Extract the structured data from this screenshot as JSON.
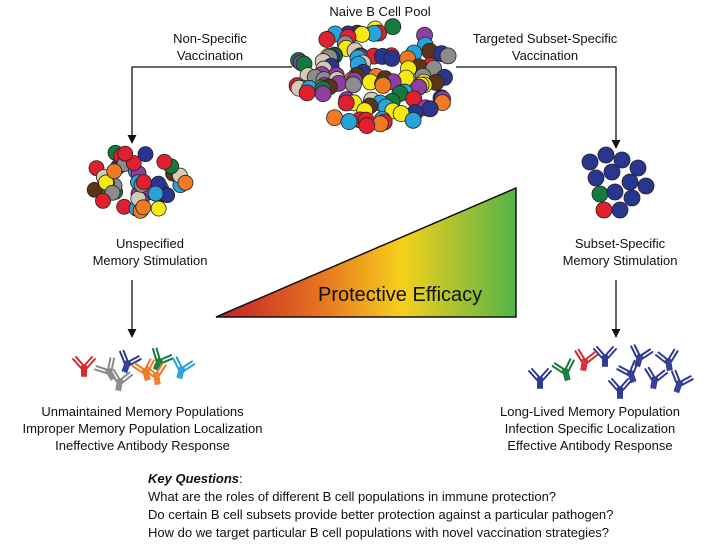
{
  "pool_label": "Naive B Cell Pool",
  "left_branch": {
    "label_lines": [
      "Non-Specific",
      "Vaccination"
    ]
  },
  "right_branch": {
    "label_lines": [
      "Targeted Subset-Specific",
      "Vaccination"
    ]
  },
  "left_stage": {
    "label_lines": [
      "Unspecified",
      "Memory Stimulation"
    ]
  },
  "right_stage": {
    "label_lines": [
      "Subset-Specific",
      "Memory Stimulation"
    ]
  },
  "efficacy_label": "Protective Efficacy",
  "left_outcomes": [
    "Unmaintained Memory Populations",
    "Improper Memory Population Localization",
    "Ineffective Antibody Response"
  ],
  "right_outcomes": [
    "Long-Lived Memory Population",
    "Infection Specific Localization",
    "Effective Antibody Response"
  ],
  "key_questions": {
    "title": "Key Questions",
    "title_suffix": ":",
    "items": [
      "What are the roles of different B cell populations in immune protection?",
      "Do certain B cell subsets provide better protection against a particular pathogen?",
      "How do we target particular B cell populations with novel vaccination strategies?"
    ]
  },
  "colors": {
    "cells": [
      "#e0202e",
      "#5b3418",
      "#2a3590",
      "#8e3fa0",
      "#27a3d9",
      "#f5ea14",
      "#ef7a22",
      "#8c8c8c",
      "#157a3c",
      "#d6c9b6"
    ],
    "gradient": [
      "#c41d2a",
      "#e6741f",
      "#f6d01c",
      "#52b448"
    ],
    "antibody_left": [
      "#d62a33",
      "#8a8a8a",
      "#2f3a92",
      "#ef7a22",
      "#147a3a",
      "#27a3d9"
    ],
    "antibody_right": [
      "#2f3a92",
      "#147a3a",
      "#d62a33"
    ]
  }
}
